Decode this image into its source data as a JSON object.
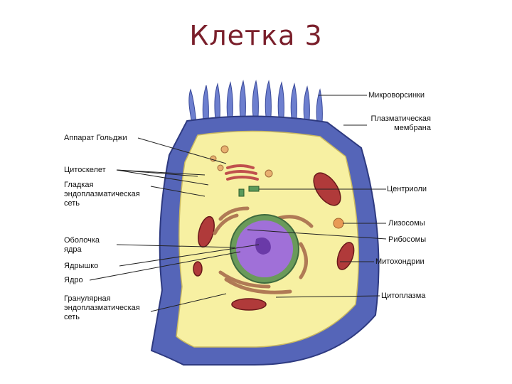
{
  "title": "Клетка 3",
  "colors": {
    "title": "#7a1f2b",
    "membrane_outer": "#5565b8",
    "cytoplasm": "#f7f0a2",
    "nucleus_envelope": "#6a9a5a",
    "nucleoplasm": "#a070d8",
    "mitochondria": "#b03a3a",
    "er": "#b07a55",
    "label_line": "#222222"
  },
  "labels": {
    "microvilli": "Микроворсинки",
    "plasma_membrane": "Плазматическая\nмембрана",
    "golgi": "Аппарат Гольджи",
    "cytoskeleton": "Цитоскелет",
    "smooth_er": "Гладкая\nэндоплазматическая\nсеть",
    "centrioles": "Центриоли",
    "lysosomes": "Лизосомы",
    "nuclear_envelope": "Оболочка\nядра",
    "ribosomes": "Рибосомы",
    "nucleolus": "Ядрышко",
    "mitochondria": "Митохондрии",
    "nucleus": "Ядро",
    "rough_er": "Гранулярная\nэндоплазматическая\nсеть",
    "cytoplasm": "Цитоплазма"
  }
}
